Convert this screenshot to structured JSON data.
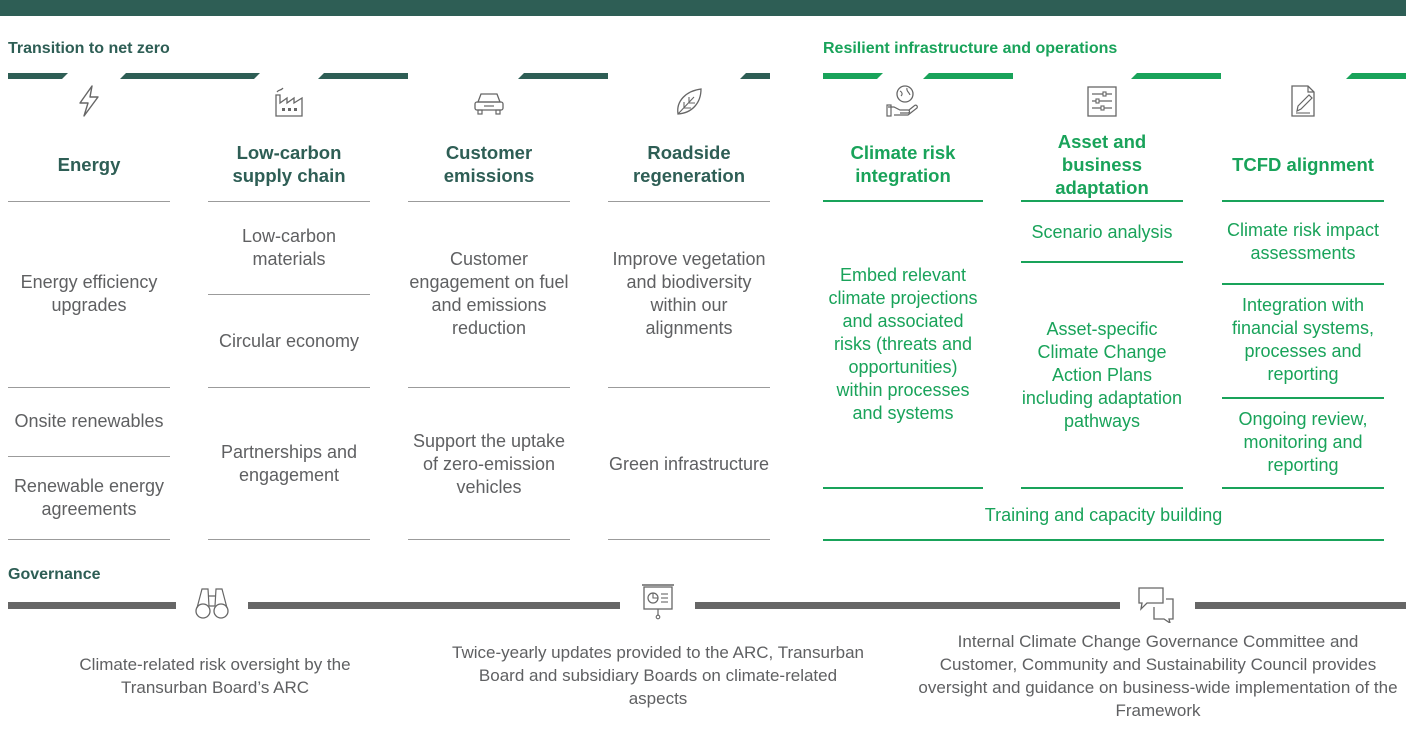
{
  "colors": {
    "dark_green": "#2e5e55",
    "bright_green": "#19a35a",
    "grey_text": "#5f6062",
    "rule_grey": "#9b9b9b",
    "governance_bar": "#666666"
  },
  "transition": {
    "title": "Transition to net zero",
    "columns": [
      {
        "icon": "lightning-icon",
        "heading": "Energy",
        "items": [
          "Energy efficiency upgrades",
          "Onsite renewables",
          "Renewable energy agreements"
        ]
      },
      {
        "icon": "factory-icon",
        "heading": "Low-carbon supply chain",
        "items": [
          "Low-carbon materials",
          "Circular economy",
          "Partnerships and engagement"
        ]
      },
      {
        "icon": "car-icon",
        "heading": "Customer emissions",
        "items": [
          "Customer engagement on fuel and emissions reduction",
          "Support the uptake of zero-emission vehicles"
        ]
      },
      {
        "icon": "leaf-icon",
        "heading": "Roadside regeneration",
        "items": [
          "Improve vegetation and biodiversity within our alignments",
          "Green infrastructure"
        ]
      }
    ]
  },
  "resilient": {
    "title": "Resilient infrastructure and operations",
    "columns": [
      {
        "icon": "globe-hand-icon",
        "heading": "Climate risk integration",
        "items": [
          "Embed relevant climate projections and associated risks (threats and opportunities) within processes and systems"
        ]
      },
      {
        "icon": "sliders-icon",
        "heading": "Asset and business adaptation",
        "items": [
          "Scenario analysis",
          "Asset-specific Climate Change Action Plans including adaptation pathways"
        ]
      },
      {
        "icon": "document-edit-icon",
        "heading": "TCFD alignment",
        "items": [
          "Climate risk impact assessments",
          "Integration with financial systems, processes and reporting",
          "Ongoing review, monitoring and reporting"
        ]
      }
    ],
    "footer": "Training and capacity building"
  },
  "governance": {
    "title": "Governance",
    "items": [
      {
        "icon": "binoculars-icon",
        "text": "Climate-related risk oversight by the Transurban Board’s ARC"
      },
      {
        "icon": "presentation-board-icon",
        "text": "Twice-yearly updates provided to the ARC, Transurban Board and subsidiary Boards on climate-related aspects"
      },
      {
        "icon": "speech-bubbles-icon",
        "text": "Internal Climate Change Governance Committee and Customer, Community and Sustainability Council provides oversight and guidance on business-wide implementation of the Framework"
      }
    ]
  }
}
